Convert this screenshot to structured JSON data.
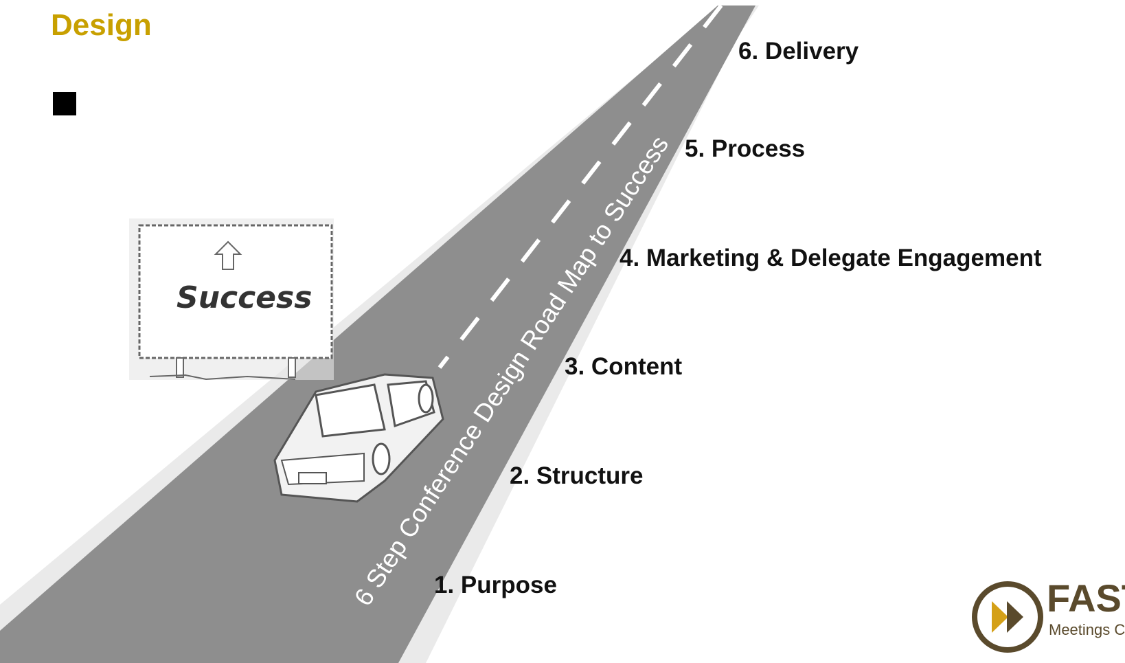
{
  "slide": {
    "title": "Design",
    "title_color": "#c8a000"
  },
  "diagram": {
    "road_label": "6 Step Conference Design Road Map to Success",
    "sign_text": "Success",
    "road_color": "#8e8e8e",
    "steps": [
      {
        "label": "6. Delivery"
      },
      {
        "label": "5. Process"
      },
      {
        "label": "4. Marketing & Delegate Engagement"
      },
      {
        "label": "3. Content"
      },
      {
        "label": "2. Structure"
      },
      {
        "label": "1. Purpose"
      }
    ]
  },
  "logo": {
    "word": "FAST",
    "tagline": "Meetings C",
    "color": "#5a4a2c",
    "icon": "fast-forward-icon"
  }
}
